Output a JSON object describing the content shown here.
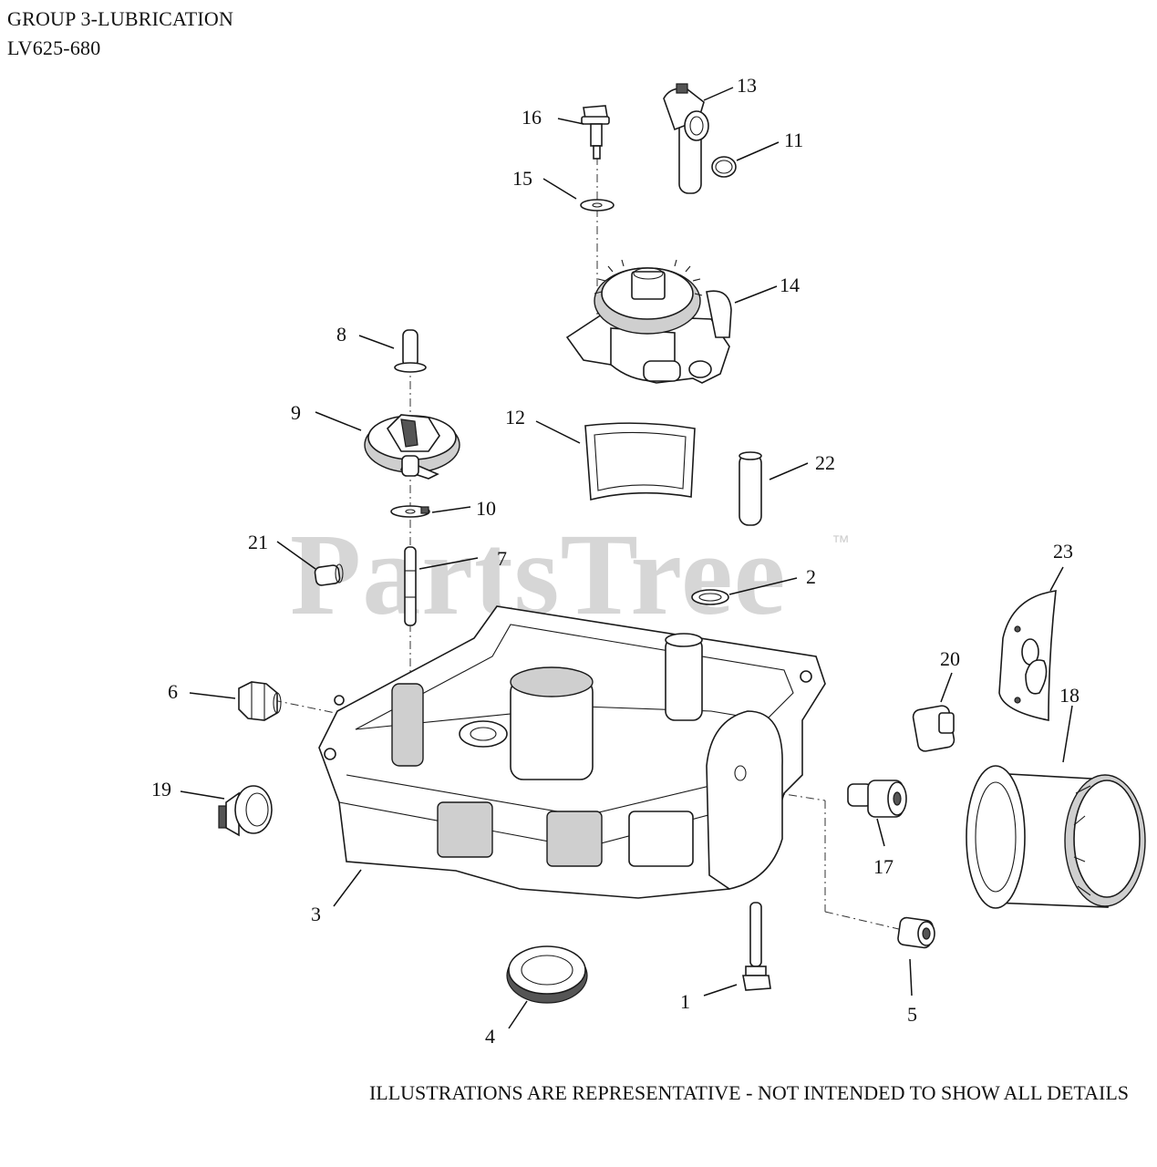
{
  "header": {
    "title": "GROUP 3-LUBRICATION",
    "model": "LV625-680"
  },
  "footer": "ILLUSTRATIONS ARE REPRESENTATIVE - NOT INTENDED TO SHOW ALL DETAILS",
  "watermark": {
    "text": "PartsTree",
    "trademark": "™"
  },
  "callouts": [
    "1",
    "2",
    "3",
    "4",
    "5",
    "6",
    "7",
    "8",
    "9",
    "10",
    "11",
    "12",
    "13",
    "14",
    "15",
    "16",
    "17",
    "18",
    "19",
    "20",
    "21",
    "22",
    "23"
  ]
}
